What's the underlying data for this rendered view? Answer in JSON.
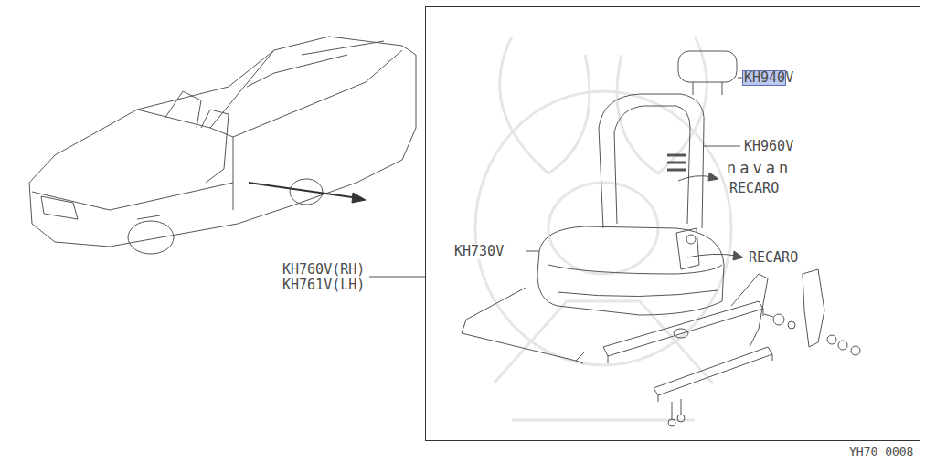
{
  "diagram": {
    "labels": [
      "KH940V",
      "KH960V",
      "navan",
      "RECARO",
      "RECARO",
      "KH730V",
      "KH760V(RH)",
      "KH761V(LH)",
      "YH70 0008"
    ]
  }
}
